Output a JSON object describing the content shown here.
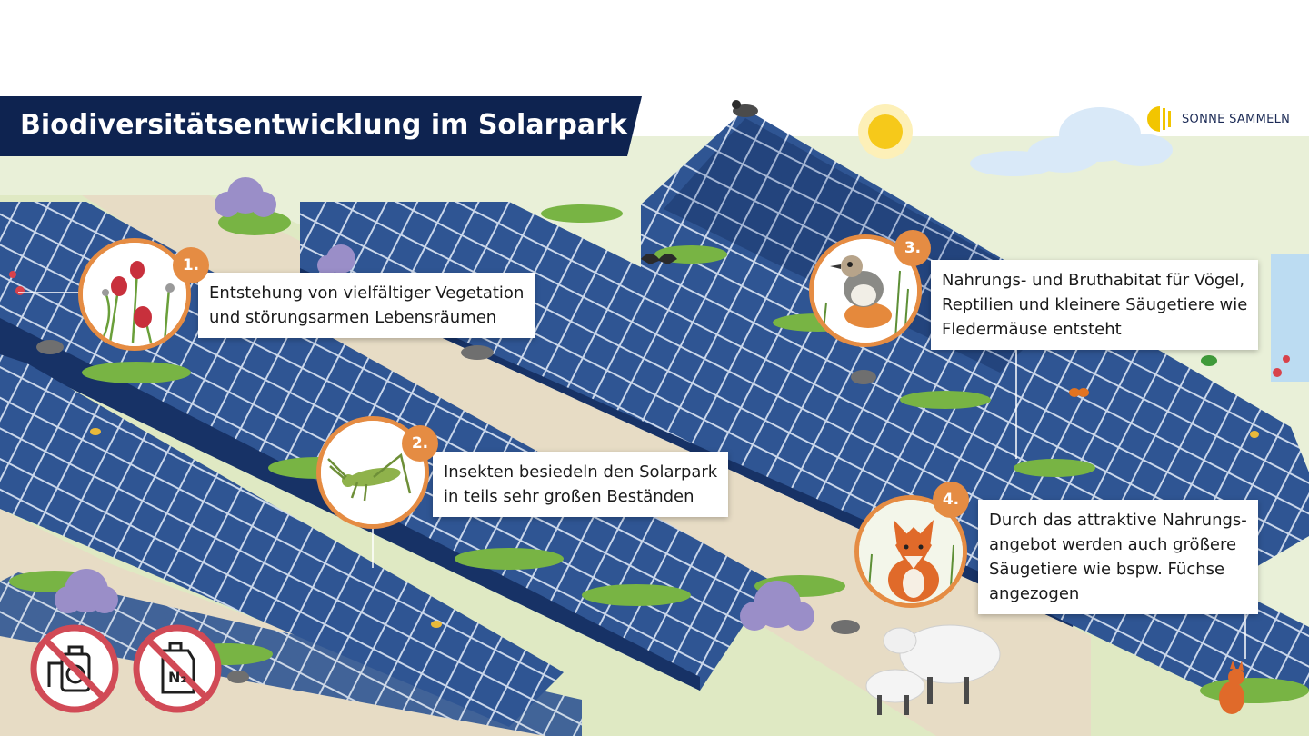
{
  "title": "Biodiversitätsentwicklung im Solarpark",
  "logo": {
    "text": "SONNE SAMMELN",
    "color": "#1b2a55",
    "accent": "#f2c500"
  },
  "colors": {
    "title_bg": "#0e2350",
    "badge": "#e58c43",
    "panel": "#2c4f8c",
    "panel_dark": "#142b5a",
    "path": "#e7dcc5",
    "grass": "#7bb84a",
    "sky_ground": "#e8efd6"
  },
  "points": [
    {
      "number": "1.",
      "text_line1": "Entstehung von vielfältiger Vegetation",
      "text_line2": "und störungsarmen Lebensräumen",
      "icon": "clover-flower-icon"
    },
    {
      "number": "2.",
      "text_line1": "Insekten besiedeln den Solarpark",
      "text_line2": "in teils sehr großen Beständen",
      "icon": "grasshopper-icon"
    },
    {
      "number": "3.",
      "text_line1": "Nahrungs- und Bruthabitat für Vögel,",
      "text_line2": "Reptilien und kleinere Säugetiere wie",
      "text_line3": "Fledermäuse entsteht",
      "icon": "bird-icon"
    },
    {
      "number": "4.",
      "text_line1": "Durch das attraktive Nahrungs-",
      "text_line2": "angebot werden auch größere",
      "text_line3": "Säugetiere wie bspw. Füchse",
      "text_line4": "angezogen",
      "icon": "fox-icon"
    }
  ],
  "prohibitions": [
    {
      "icon": "no-pesticide-sprayer-icon"
    },
    {
      "icon": "no-nitrogen-fertilizer-icon",
      "label": "N₂"
    }
  ]
}
